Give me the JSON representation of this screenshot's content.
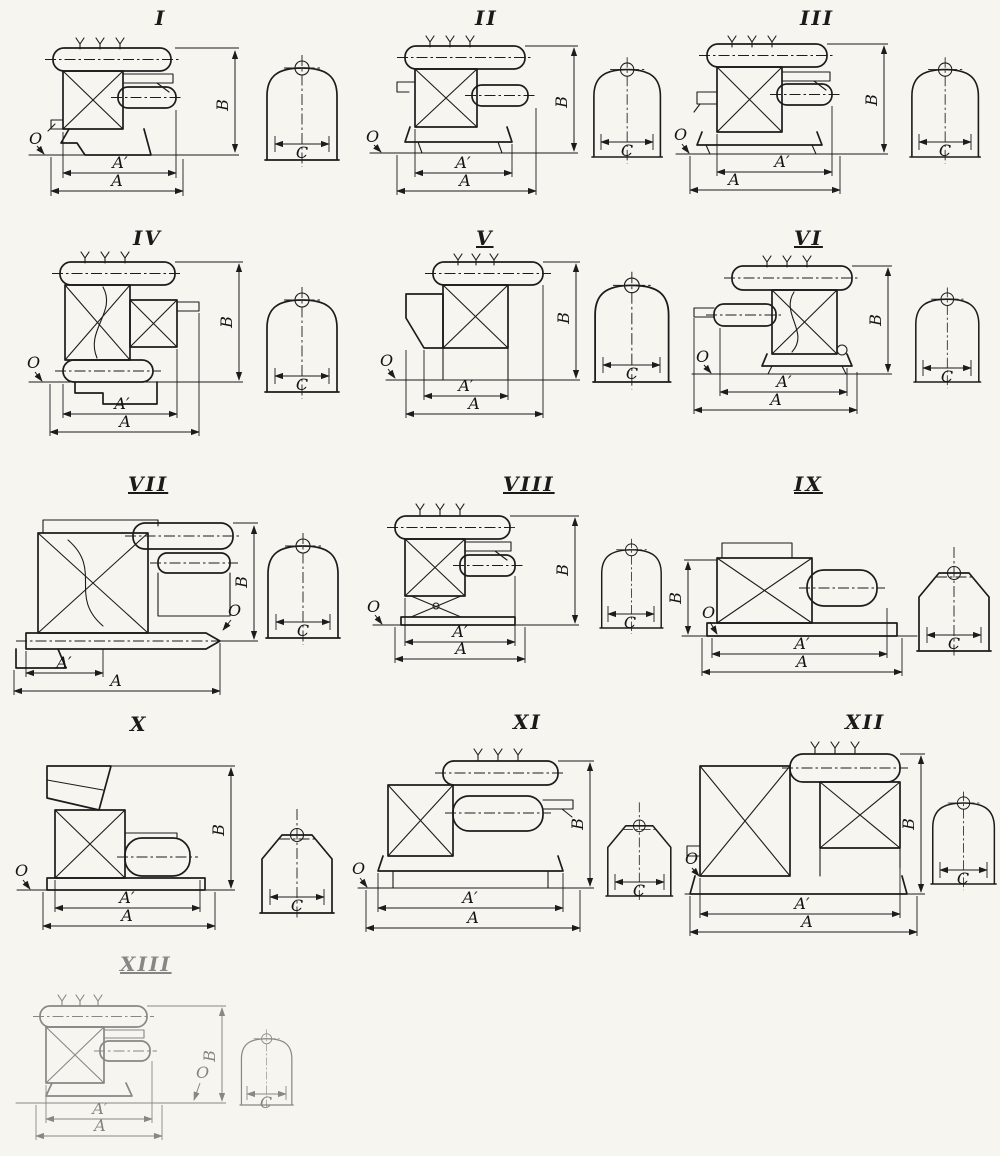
{
  "palette": {
    "ink": "#1c1c1c",
    "paper": "#f7f5f0"
  },
  "labels": {
    "a": "A",
    "a_prime": "A′",
    "b": "B",
    "c": "C",
    "o": "O"
  },
  "figures": [
    {
      "numeral": "I"
    },
    {
      "numeral": "II"
    },
    {
      "numeral": "III"
    },
    {
      "numeral": "IV"
    },
    {
      "numeral": "V"
    },
    {
      "numeral": "VI"
    },
    {
      "numeral": "VII"
    },
    {
      "numeral": "VIII"
    },
    {
      "numeral": "IX"
    },
    {
      "numeral": "X"
    },
    {
      "numeral": "XI"
    },
    {
      "numeral": "XII"
    },
    {
      "numeral": "XIII"
    }
  ]
}
